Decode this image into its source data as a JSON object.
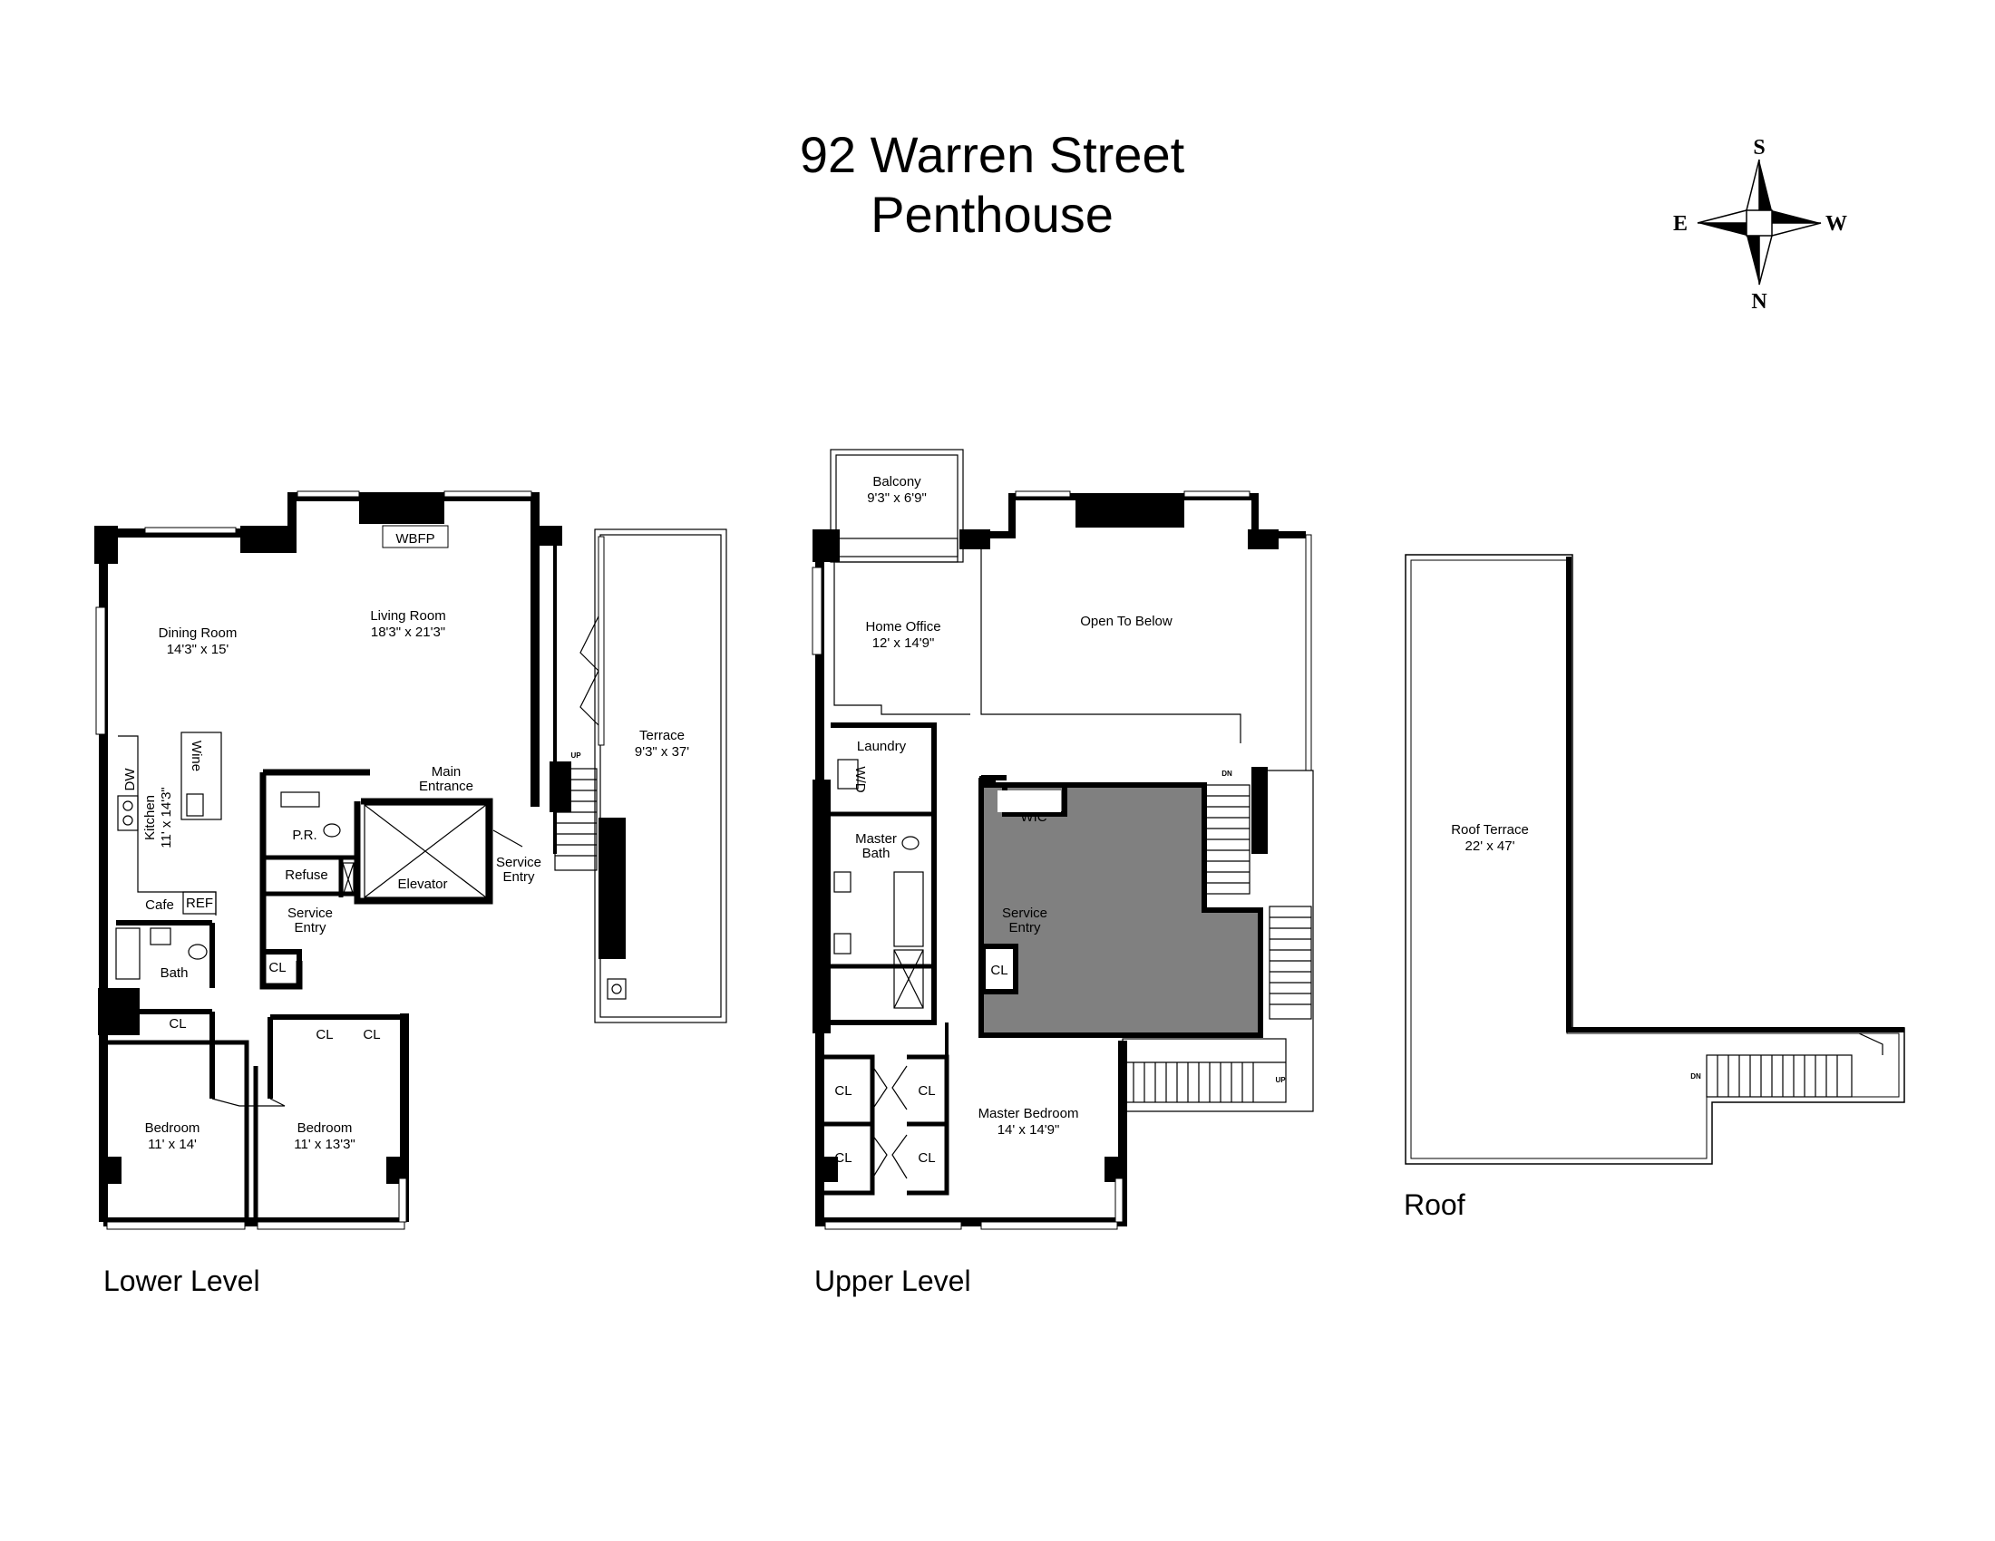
{
  "title": {
    "line1": "92 Warren Street",
    "line2": "Penthouse"
  },
  "compass": {
    "top": "S",
    "bottom": "N",
    "left": "E",
    "right": "W"
  },
  "levels": {
    "lower": "Lower Level",
    "upper": "Upper Level",
    "roof": "Roof"
  },
  "lower": {
    "wbfp": "WBFP",
    "dining": {
      "name": "Dining Room",
      "dims": "14'3\" x 15'"
    },
    "living": {
      "name": "Living Room",
      "dims": "18'3\" x 21'3\""
    },
    "kitchen": {
      "name": "Kitchen",
      "dims": "11' x 14'3\""
    },
    "dw": "DW",
    "wine": "Wine",
    "cafe": "Cafe",
    "ref": "REF",
    "main_entrance": {
      "l1": "Main",
      "l2": "Entrance"
    },
    "pr": "P.R.",
    "refuse": "Refuse",
    "elevator": "Elevator",
    "service_entry_1": {
      "l1": "Service",
      "l2": "Entry"
    },
    "service_entry_2": {
      "l1": "Service",
      "l2": "Entry"
    },
    "cl_hall": "CL",
    "bath": "Bath",
    "cl_bed1": "CL",
    "cl_bed2a": "CL",
    "cl_bed2b": "CL",
    "bedroom1": {
      "name": "Bedroom",
      "dims": "11' x 14'"
    },
    "bedroom2": {
      "name": "Bedroom",
      "dims": "11' x 13'3\""
    },
    "terrace": {
      "name": "Terrace",
      "dims": "9'3\" x 37'"
    },
    "bbq": "BBQ",
    "up": "UP"
  },
  "upper": {
    "balcony": {
      "name": "Balcony",
      "dims": "9'3\" x 6'9\""
    },
    "home_office": {
      "name": "Home Office",
      "dims": "12' x 14'9\""
    },
    "open_below": "Open To Below",
    "laundry": "Laundry",
    "wd": "W/D",
    "wic": "WIC",
    "master_bath": {
      "l1": "Master",
      "l2": "Bath"
    },
    "service_entry": {
      "l1": "Service",
      "l2": "Entry"
    },
    "cl_service": "CL",
    "cl1": "CL",
    "cl2": "CL",
    "cl3": "CL",
    "cl4": "CL",
    "master_bedroom": {
      "name": "Master Bedroom",
      "dims": "14' x 14'9\""
    },
    "dn": "DN",
    "up": "UP"
  },
  "roof": {
    "terrace": {
      "name": "Roof Terrace",
      "dims": "22' x 47'"
    },
    "dn": "DN"
  }
}
